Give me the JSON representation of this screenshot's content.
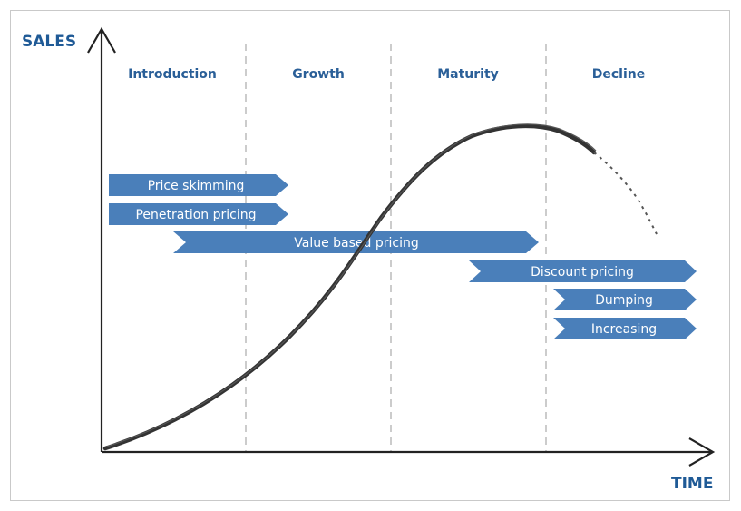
{
  "axes": {
    "y_label": "SALES",
    "x_label": "TIME"
  },
  "stages": [
    {
      "label": "Introduction"
    },
    {
      "label": "Growth"
    },
    {
      "label": "Maturity"
    },
    {
      "label": "Decline"
    }
  ],
  "pricing_strategies": [
    {
      "label": "Price skimming"
    },
    {
      "label": "Penetration pricing"
    },
    {
      "label": "Value based pricing"
    },
    {
      "label": "Discount pricing"
    },
    {
      "label": "Dumping"
    },
    {
      "label": "Increasing"
    }
  ],
  "colors": {
    "accent": "#4a7fba",
    "heading": "#1f5a96",
    "curve": "#333333"
  }
}
